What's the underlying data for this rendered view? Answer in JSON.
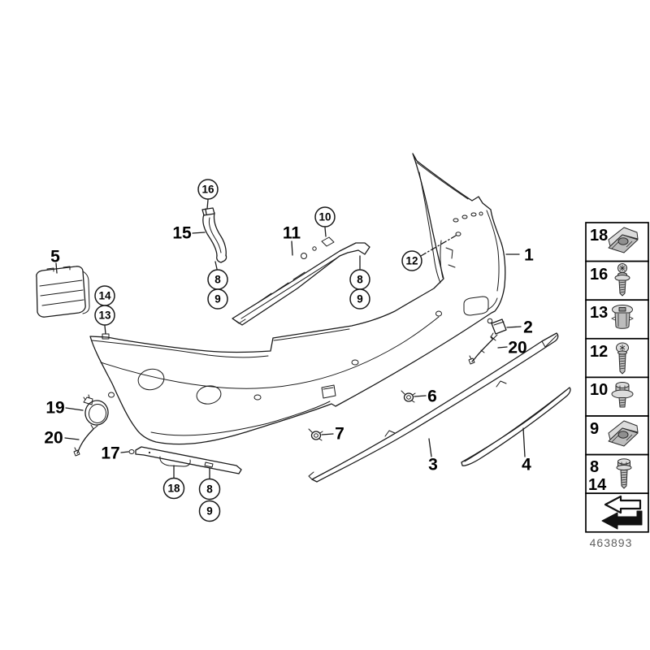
{
  "figure": {
    "type": "exploded-parts-diagram",
    "subject": "rear bumper trim assembly",
    "background": "#ffffff",
    "line_color": "#1a1a1a",
    "footer_number": "463893"
  },
  "callouts": {
    "plain": [
      {
        "label": "5"
      },
      {
        "label": "15"
      },
      {
        "label": "11"
      },
      {
        "label": "1"
      },
      {
        "label": "2"
      },
      {
        "label": "20"
      },
      {
        "label": "19"
      },
      {
        "label": "20"
      },
      {
        "label": "17"
      },
      {
        "label": "7"
      },
      {
        "label": "6"
      },
      {
        "label": "3"
      },
      {
        "label": "4"
      }
    ],
    "circled": [
      {
        "label": "16"
      },
      {
        "label": "10"
      },
      {
        "label": "12"
      },
      {
        "label": "14"
      },
      {
        "label": "13"
      },
      {
        "label": "8"
      },
      {
        "label": "9"
      },
      {
        "label": "8"
      },
      {
        "label": "9"
      },
      {
        "label": "18"
      },
      {
        "label": "8"
      },
      {
        "label": "9"
      }
    ]
  },
  "sidebar": {
    "cells": [
      {
        "labels": [
          "18"
        ],
        "icon": "clip-nut-icon"
      },
      {
        "labels": [
          "16"
        ],
        "icon": "screw-washer-icon"
      },
      {
        "labels": [
          "13"
        ],
        "icon": "expansion-rivet-icon"
      },
      {
        "labels": [
          "12"
        ],
        "icon": "pan-head-screw-icon"
      },
      {
        "labels": [
          "10"
        ],
        "icon": "bolt-washer-icon"
      },
      {
        "labels": [
          "9"
        ],
        "icon": "clip-nut-icon"
      },
      {
        "labels": [
          "8",
          "14"
        ],
        "icon": "hex-bolt-icon"
      },
      {
        "labels": [],
        "icon": "direction-arrow-icon"
      }
    ],
    "footer": "463893"
  }
}
